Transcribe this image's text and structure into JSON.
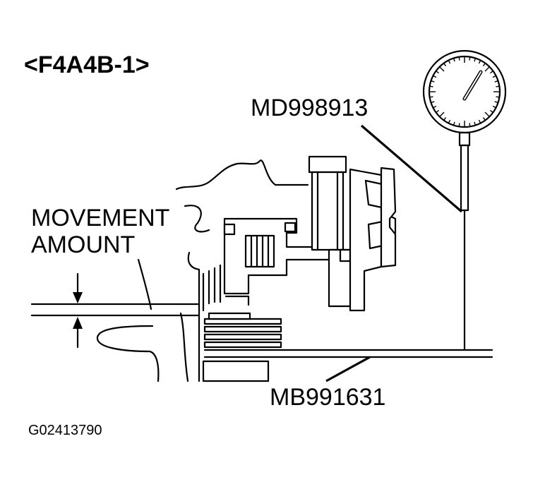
{
  "diagram": {
    "title": "<F4A4B-1>",
    "labels": {
      "dial_gauge_tool": "MD998913",
      "movement_line1": "MOVEMENT",
      "movement_line2": "AMOUNT",
      "base_tool": "MB991631",
      "figure_code": "G02413790"
    }
  }
}
